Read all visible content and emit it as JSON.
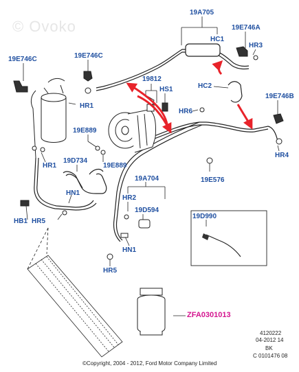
{
  "watermark": "© Ovoko",
  "labels": {
    "l19A705": "19A705",
    "l19E746A": "19E746A",
    "lHC1": "HC1",
    "lHR3": "HR3",
    "l19E746C_a": "19E746C",
    "l19E746C_b": "19E746C",
    "l19812": "19812",
    "lHS1": "HS1",
    "lHC2": "HC2",
    "l19E746B": "19E746B",
    "lHR1_a": "HR1",
    "lHR6": "HR6",
    "l19E889_a": "19E889",
    "l19E889_b": "19E889",
    "lHR1_b": "HR1",
    "l19D734": "19D734",
    "lHR4": "HR4",
    "l19A704": "19A704",
    "l19E576": "19E576",
    "lHN1_a": "HN1",
    "lHR2": "HR2",
    "l19D594": "19D594",
    "lHB1": "HB1",
    "lHR5_a": "HR5",
    "l19D990": "19D990",
    "lHN1_b": "HN1",
    "lHR5_b": "HR5"
  },
  "part_number": "ZFA0301013",
  "footer": {
    "code": "4120222",
    "date": "04-2012 14",
    "bk": "BK",
    "ref": "C 0101476 08",
    "copyright": "©Copyright, 2004 - 2012, Ford Motor Company Limited"
  },
  "colors": {
    "label": "#1f4fa0",
    "part_number": "#d4148f",
    "arrow": "#e8232a",
    "line": "#222222"
  }
}
